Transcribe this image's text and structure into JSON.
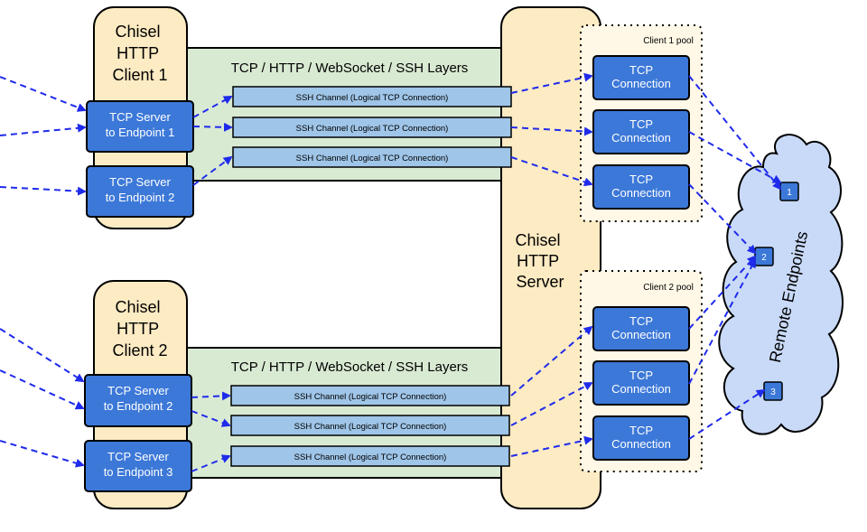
{
  "colors": {
    "client_fill": "#fdebc3",
    "server_fill": "#fdebc3",
    "layer_fill": "#d9ead3",
    "tcp_box_fill": "#3c78d8",
    "channel_fill": "#9fc5e8",
    "arrow": "#1f2bea",
    "pool_fill": "#fff8e6",
    "cloud_fill": "#c9daf8"
  },
  "clients": [
    {
      "title_lines": [
        "Chisel",
        "HTTP",
        "Client 1"
      ],
      "layers_label": "TCP / HTTP / WebSocket / SSH Layers",
      "servers": [
        [
          "TCP Server",
          "to Endpoint 1"
        ],
        [
          "TCP Server",
          "to Endpoint 2"
        ]
      ]
    },
    {
      "title_lines": [
        "Chisel",
        "HTTP",
        "Client 2"
      ],
      "layers_label": "TCP / HTTP / WebSocket / SSH Layers",
      "servers": [
        [
          "TCP Server",
          "to Endpoint 2"
        ],
        [
          "TCP Server",
          "to Endpoint 3"
        ]
      ]
    }
  ],
  "channel_label": "SSH Channel (Logical TCP Connection)",
  "server": {
    "title_lines": [
      "Chisel",
      "HTTP",
      "Server"
    ]
  },
  "pools": [
    {
      "label": "Client 1 pool"
    },
    {
      "label": "Client 2 pool"
    }
  ],
  "connection_label_lines": [
    "TCP",
    "Connection"
  ],
  "cloud": {
    "label": "Remote Endpoints",
    "endpoints": [
      "1",
      "2",
      "3"
    ]
  }
}
